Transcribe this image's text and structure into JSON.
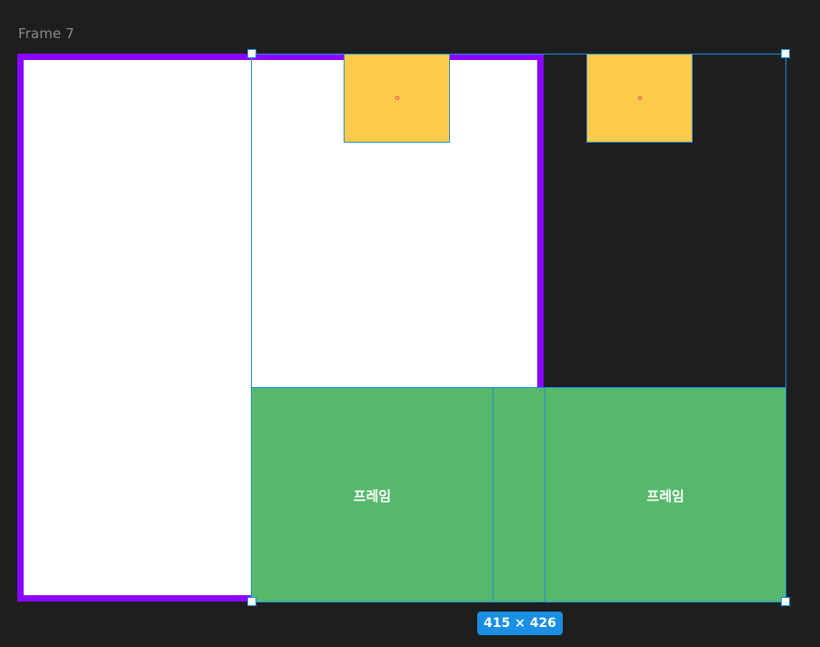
{
  "frame": {
    "label": "Frame 7"
  },
  "green_frames": [
    {
      "label": "프레임"
    },
    {
      "label": ""
    },
    {
      "label": "프레임"
    }
  ],
  "selection": {
    "size_label": "415 × 426"
  },
  "colors": {
    "canvas_background": "#1e1e1e",
    "frame_border": "#8a06ff",
    "frame_fill": "#ffffff",
    "green_fill": "#55b86b",
    "yellow_fill": "#ffcb4a",
    "selection_accent": "#1a8fe3"
  }
}
